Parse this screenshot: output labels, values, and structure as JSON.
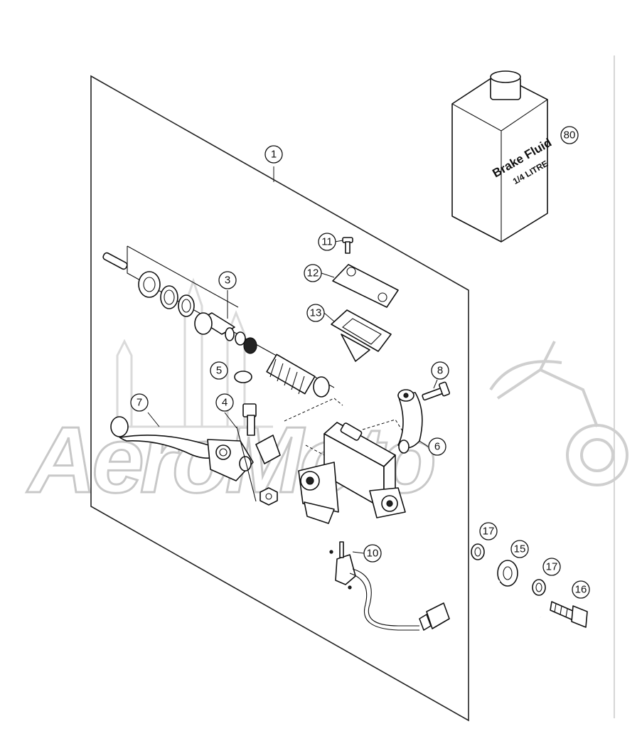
{
  "diagram": {
    "watermark": "AeroMoto",
    "callouts": [
      "1",
      "3",
      "4",
      "5",
      "6",
      "7",
      "8",
      "10",
      "11",
      "12",
      "13",
      "15",
      "16",
      "17",
      "17",
      "80"
    ],
    "fluid_can": {
      "line1": "Brake Fluid",
      "line2": "1/4 LITRE"
    }
  }
}
